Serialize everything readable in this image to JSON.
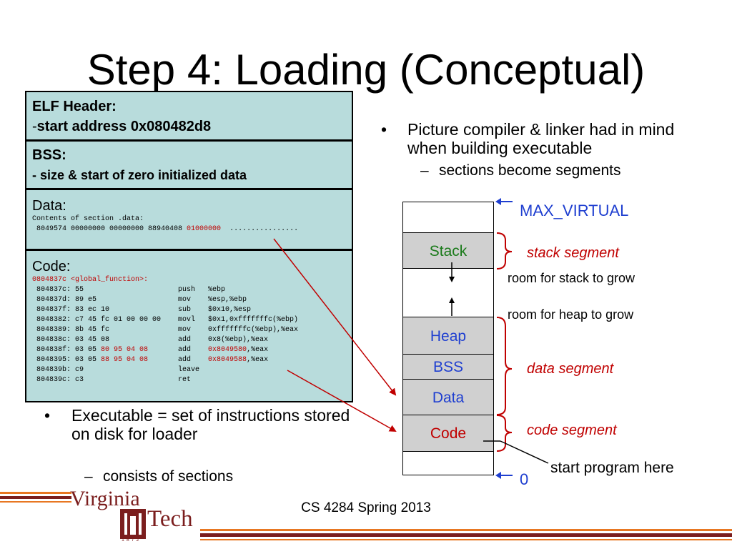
{
  "title": "Step 4: Loading (Conceptual)",
  "elf": {
    "heading": "ELF Header:",
    "dash": "-",
    "start": "start address 0x080482d8"
  },
  "bss": {
    "heading": "BSS:",
    "desc": "- size & start of zero initialized data"
  },
  "data": {
    "heading": "Data:",
    "contents": "Contents of section .data:",
    "line_prefix": " 8049574 00000000 00000000 88940408 ",
    "line_red": "01000000",
    "line_suffix": "  ................"
  },
  "code": {
    "heading": "Code:",
    "func_prefix": "0804837c <global_function>",
    "func_suffix": ":",
    "lines": [
      " 804837c: 55                      push   %ebp",
      " 804837d: 89 e5                   mov    %esp,%ebp",
      " 804837f: 83 ec 10                sub    $0x10,%esp",
      " 8048382: c7 45 fc 01 00 00 00    movl   $0x1,0xfffffffc(%ebp)",
      " 8048389: 8b 45 fc                mov    0xfffffffc(%ebp),%eax",
      " 804838c: 03 45 08                add    0x8(%ebp),%eax"
    ],
    "line7a": " 804838f: 03 05 ",
    "line7red": "80 95 04 08",
    "line7b": "       add    ",
    "line7red2": "0x8049580",
    "line7c": ",%eax",
    "line8a": " 8048395: 03 05 ",
    "line8red": "88 95 04 08",
    "line8b": "       add    ",
    "line8red2": "0x8049588",
    "line8c": ",%eax",
    "line9": " 804839b: c9                      leave",
    "line10": " 804839c: c3                      ret"
  },
  "bullets": {
    "right_main": "Picture compiler & linker had in mind when building executable",
    "right_sub": "sections become segments",
    "left_main": "Executable = set of instructions stored on disk for loader",
    "left_sub": "consists of sections",
    "dot": "•",
    "dash": "–"
  },
  "memory": {
    "stack": "Stack",
    "heap": "Heap",
    "bss": "BSS",
    "data": "Data",
    "code": "Code",
    "max_virtual": "MAX_VIRTUAL",
    "zero": "0",
    "stack_segment": "stack segment",
    "room_stack": "room for stack to grow",
    "room_heap": "room for heap to grow",
    "data_segment": "data segment",
    "code_segment": "code segment",
    "start_program": "start program here"
  },
  "footer": "CS 4284 Spring 2013",
  "logo": {
    "line1": "Virginia",
    "line2": "Tech",
    "years": "1872"
  },
  "colors": {
    "box_bg": "#b8dcdc",
    "red": "#c00000",
    "blue": "#1f3fd0",
    "maroon": "#7b1e1e",
    "orange": "#e87722"
  }
}
